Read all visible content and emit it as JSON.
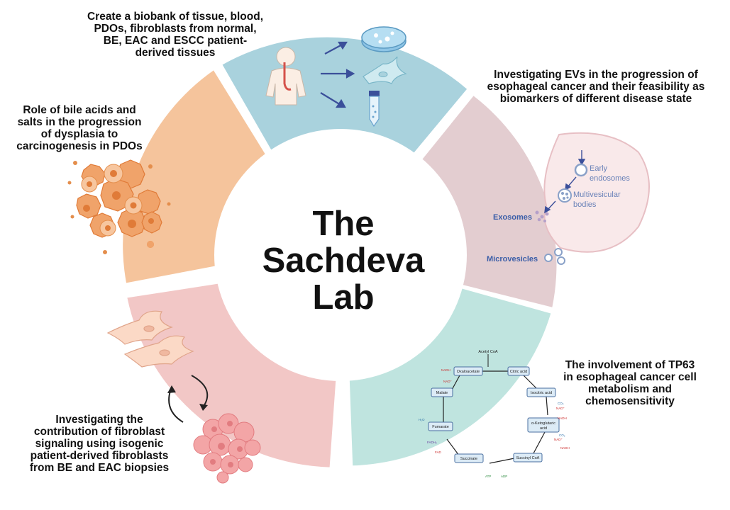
{
  "center": {
    "line1": "The",
    "line2": "Sachdeva",
    "line3": "Lab"
  },
  "colors": {
    "blue": "#a9d2dd",
    "rose": "#e3cdd0",
    "teal": "#bfe4df",
    "pink": "#f2c7c6",
    "orange": "#f5c49c",
    "accent": "#3b4f9a"
  },
  "sections": {
    "biobank": {
      "l1": "Create a biobank of tissue, blood,",
      "l2": "PDOs, fibroblasts from normal,",
      "l3": "BE, EAC and ESCC patient-",
      "l4": "derived tissues"
    },
    "evs": {
      "l1": "Investigating EVs in the progression of",
      "l2": "esophageal cancer and their feasibility as",
      "l3": "biomarkers of different disease state"
    },
    "tp63": {
      "l1": "The involvement of TP63",
      "l2": "in esophageal cancer cell",
      "l3": "metabolism and",
      "l4": "chemosensitivity"
    },
    "fibroblast": {
      "l1": "Investigating the",
      "l2": "contribution of fibroblast",
      "l3": "signaling using isogenic",
      "l4": "patient-derived fibroblasts",
      "l5": "from BE and EAC biopsies"
    },
    "bile": {
      "l1": "Role of bile acids and",
      "l2": "salts in the progression",
      "l3": "of dysplasia to",
      "l4": "carcinogenesis in PDOs"
    }
  },
  "ev_diagram": {
    "early_1": "Early",
    "early_2": "endosomes",
    "mvb_1": "Multivesicular",
    "mvb_2": "bodies",
    "exosomes": "Exosomes",
    "microvesicles": "Microvesicles"
  },
  "tca": {
    "acetyl": "Acetyl CoA",
    "citric": "Citric acid",
    "isocitric": "Isocitric acid",
    "akg_1": "α-Ketoglutaric",
    "akg_2": "acid",
    "succinyl": "Succinyl CoA",
    "succinate": "Succinate",
    "fumarate": "Fumarate",
    "malate": "Malate",
    "oxaloacetate": "Oxaloacetate",
    "nadh": "NADH",
    "nad": "NAD⁺",
    "co2": "CO₂",
    "fadh2": "FADH₂",
    "fad": "FAD",
    "atp": "ATP",
    "adp": "ADP",
    "h2o": "H₂O"
  }
}
